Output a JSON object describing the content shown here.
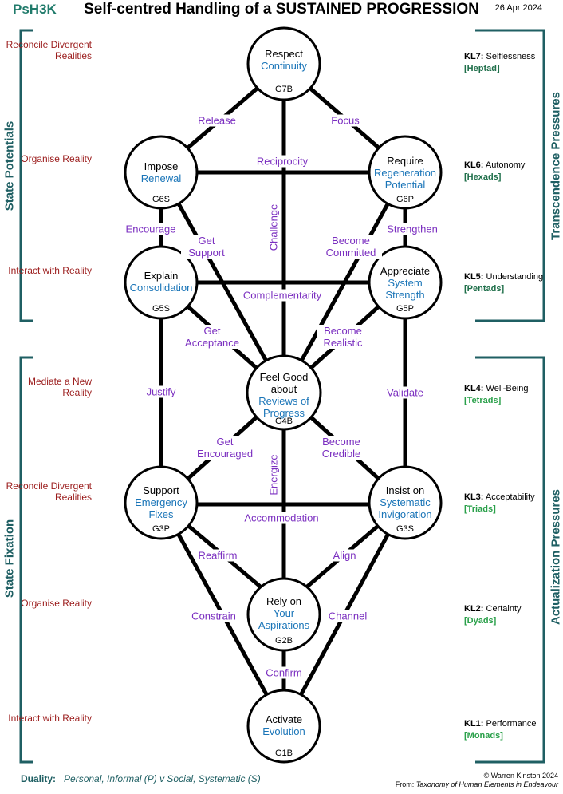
{
  "header": {
    "code": "PsH3K",
    "title": "Self-centred Handling of a SUSTAINED PROGRESSION",
    "date": "26 Apr 2024"
  },
  "left_titles": {
    "top": "State Potentials",
    "bottom": "State Fixation"
  },
  "right_titles": {
    "top": "Transcendence Pressures",
    "bottom": "Actualization Pressures"
  },
  "left_labels": [
    "Reconcile Divergent Realities",
    "Organise Reality",
    "Interact with Reality",
    "Mediate a New Reality",
    "Reconcile Divergent Realities",
    "Organise Reality",
    "Interact with Reality"
  ],
  "levels": [
    {
      "kl": "KL7:",
      "name": "Selflessness",
      "group": "[Heptad]",
      "tone": "dark"
    },
    {
      "kl": "KL6:",
      "name": "Autonomy",
      "group": "[Hexads]",
      "tone": "dark"
    },
    {
      "kl": "KL5:",
      "name": "Understanding",
      "group": "[Pentads]",
      "tone": "dark"
    },
    {
      "kl": "KL4:",
      "name": "Well-Being",
      "group": "[Tetrads]",
      "tone": "light"
    },
    {
      "kl": "KL3:",
      "name": "Acceptability",
      "group": "[Triads]",
      "tone": "light"
    },
    {
      "kl": "KL2:",
      "name": "Certainty",
      "group": "[Dyads]",
      "tone": "light"
    },
    {
      "kl": "KL1:",
      "name": "Performance",
      "group": "[Monads]",
      "tone": "light"
    }
  ],
  "nodes": {
    "g7": {
      "line1": "Respect",
      "line2": "Continuity",
      "line3": "",
      "id": "G7B"
    },
    "g6s": {
      "line1": "Impose",
      "line2": "Renewal",
      "line3": "",
      "id": "G6S"
    },
    "g6p": {
      "line1": "Require",
      "line2": "Regeneration",
      "line3": "Potential",
      "id": "G6P"
    },
    "g5s": {
      "line1": "Explain",
      "line2": "Consolidation",
      "line3": "",
      "id": "G5S"
    },
    "g5p": {
      "line1": "Appreciate",
      "line2": "System",
      "line3": "Strength",
      "id": "G5P"
    },
    "g4": {
      "line1": "Feel Good about",
      "line2": "Reviews of",
      "line3": "Progress",
      "id": "G4B"
    },
    "g3p": {
      "line1": "Support",
      "line2": "Emergency",
      "line3": "Fixes",
      "id": "G3P"
    },
    "g3s": {
      "line1": "Insist on",
      "line2": "Systematic",
      "line3": "Invigoration",
      "id": "G3S"
    },
    "g2": {
      "line1": "Rely on",
      "line2": "Your",
      "line3": "Aspirations",
      "id": "G2B"
    },
    "g1": {
      "line1": "Activate",
      "line2": "Evolution",
      "line3": "",
      "id": "G1B"
    }
  },
  "links": {
    "release": "Release",
    "focus": "Focus",
    "reciprocity": "Reciprocity",
    "challenge": "Challenge",
    "encourage": "Encourage",
    "get_support": "Get Support",
    "become_committed": "Become Committed",
    "strengthen": "Strengthen",
    "complementarity": "Complementarity",
    "get_acceptance": "Get Acceptance",
    "become_realistic": "Become Realistic",
    "justify": "Justify",
    "validate": "Validate",
    "get_encouraged": "Get Encouraged",
    "energize": "Energize",
    "become_credible": "Become Credible",
    "accommodation": "Accommodation",
    "reaffirm": "Reaffirm",
    "align": "Align",
    "constrain": "Constrain",
    "channel": "Channel",
    "confirm": "Confirm"
  },
  "footer": {
    "duality_label": "Duality:",
    "duality_text": "Personal, Informal (P)  v  Social, Systematic (S)",
    "copyright": "© Warren Kinston 2024",
    "from_label": "From:",
    "from_text": "Taxonomy of Human Elements in Endeavour"
  },
  "colors": {
    "teal": "#1f7a6a",
    "bracket": "#1f5f63",
    "left_label": "#9b1c1c",
    "link": "#7b2fc0",
    "node_blue": "#1a75b8"
  }
}
